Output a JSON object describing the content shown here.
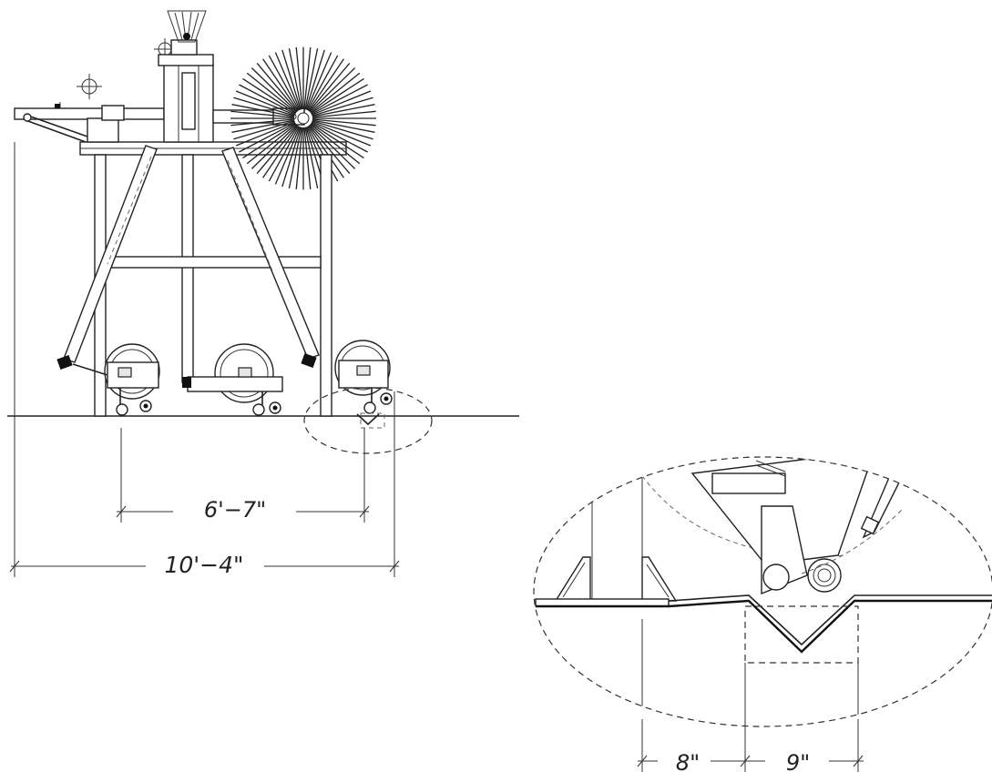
{
  "dimensions": {
    "caster_spacing": "6'−7\"",
    "overall_width": "10'−4\"",
    "detail_offset": "8\"",
    "detail_groove": "9\""
  }
}
